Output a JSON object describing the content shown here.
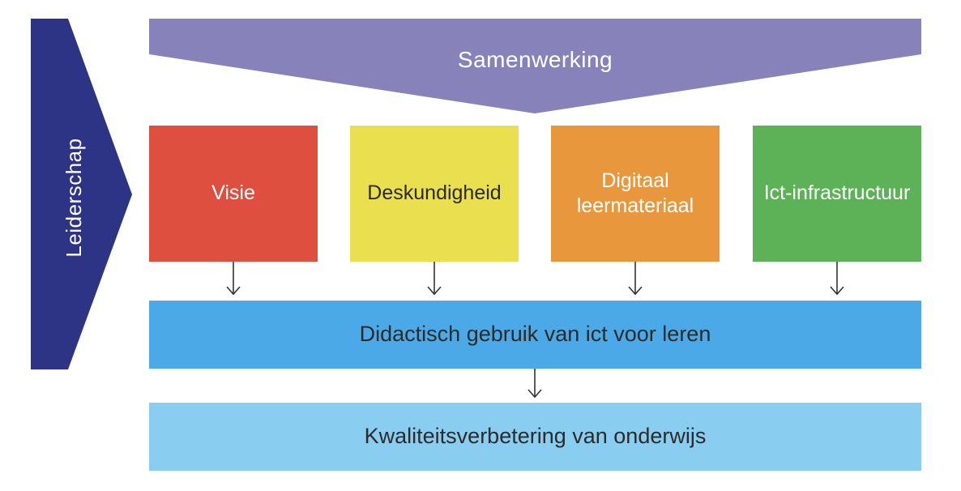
{
  "leadership": {
    "label": "Leiderschap",
    "color": "#2e3485"
  },
  "collaboration": {
    "label": "Samenwerking",
    "color": "#8782b9"
  },
  "pillars": [
    {
      "label": "Visie",
      "color": "#df4f3f",
      "text_color": "#ffffff"
    },
    {
      "label": "Deskundigheid",
      "color": "#e9df4f",
      "text_color": "#2b2b2b"
    },
    {
      "label": "Digitaal leermateriaal",
      "color": "#e8973d",
      "text_color": "#ffffff"
    },
    {
      "label": "Ict-infrastructuur",
      "color": "#5db257",
      "text_color": "#ffffff"
    }
  ],
  "didactic": {
    "label": "Didactisch gebruik van ict voor leren",
    "color": "#4aa9e6"
  },
  "quality": {
    "label": "Kwaliteitsverbetering van onderwijs",
    "color": "#89cdf1"
  },
  "arrow_color": "#333333"
}
